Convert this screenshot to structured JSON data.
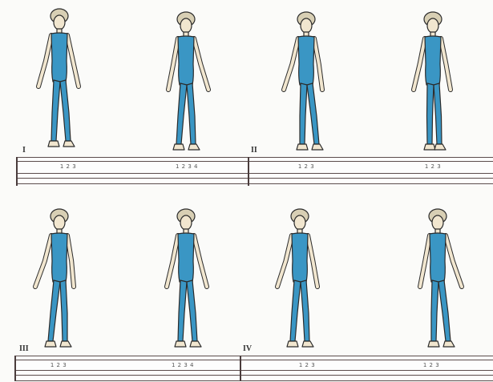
{
  "sections": [
    {
      "label": "I"
    },
    {
      "label": "II"
    },
    {
      "label": "III"
    },
    {
      "label": "IV"
    }
  ],
  "counts": [
    "1 2 3",
    "1 2 3 4",
    "1 2 3",
    "1 2 3",
    "1 2 3",
    "1 2 3 4",
    "1 2 3",
    "1 2 3"
  ],
  "figures": {
    "count": 8,
    "outfit_color": "#3a96c4",
    "skin_color": "#f1e6cf",
    "hair_color": "#d8cfb4"
  },
  "colors": {
    "staff_lines": "#5b4c4c",
    "outline": "#2b2b2b"
  }
}
